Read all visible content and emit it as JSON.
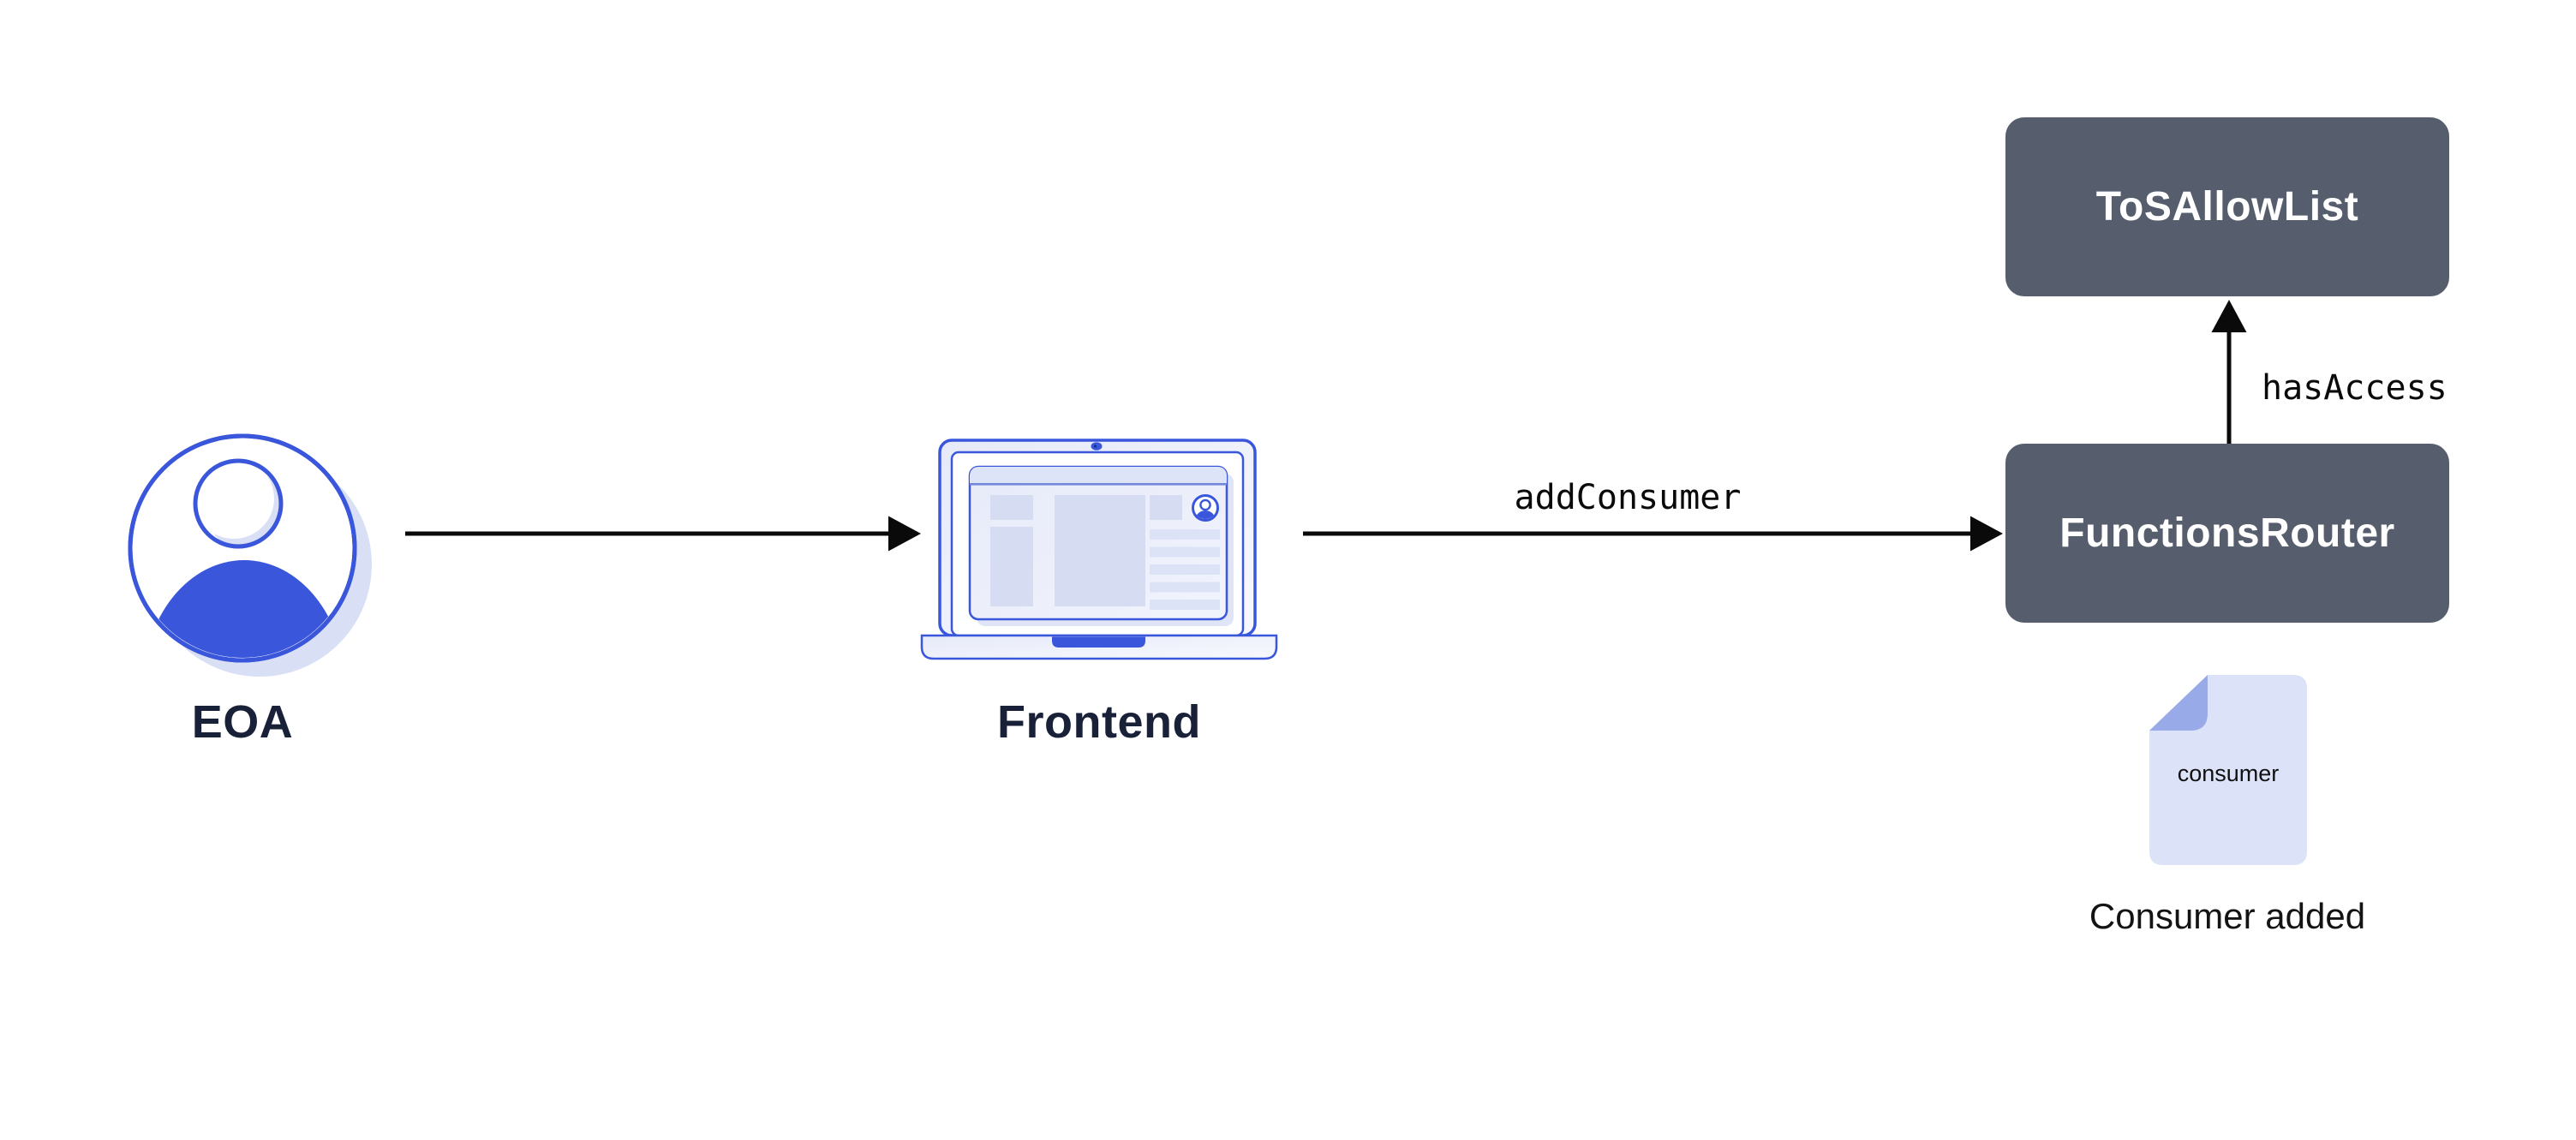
{
  "diagram": {
    "nodes": {
      "eoa": {
        "label": "EOA"
      },
      "frontend": {
        "label": "Frontend"
      },
      "tos_allow_list": {
        "label": "ToSAllowList"
      },
      "functions_router": {
        "label": "FunctionsRouter"
      },
      "consumer_document": {
        "file_label": "consumer",
        "caption": "Consumer added"
      }
    },
    "edges": {
      "frontend_to_functions_router": {
        "label": "addConsumer"
      },
      "functions_router_to_tos_allow_list": {
        "label": "hasAccess"
      }
    },
    "colors": {
      "accent_blue": "#3a57dc",
      "lavender": "#d9dff4",
      "lavender_block": "#d6ddf3",
      "lavender_window": "#edf0fb",
      "lavender_flap": "#98aae8",
      "doc_body": "#dce2f7",
      "box_bg": "#565d6c",
      "box_text": "#ffffff",
      "label_navy": "#192139",
      "arrow_black": "#0a0a0a",
      "caption_black": "#131313"
    }
  }
}
